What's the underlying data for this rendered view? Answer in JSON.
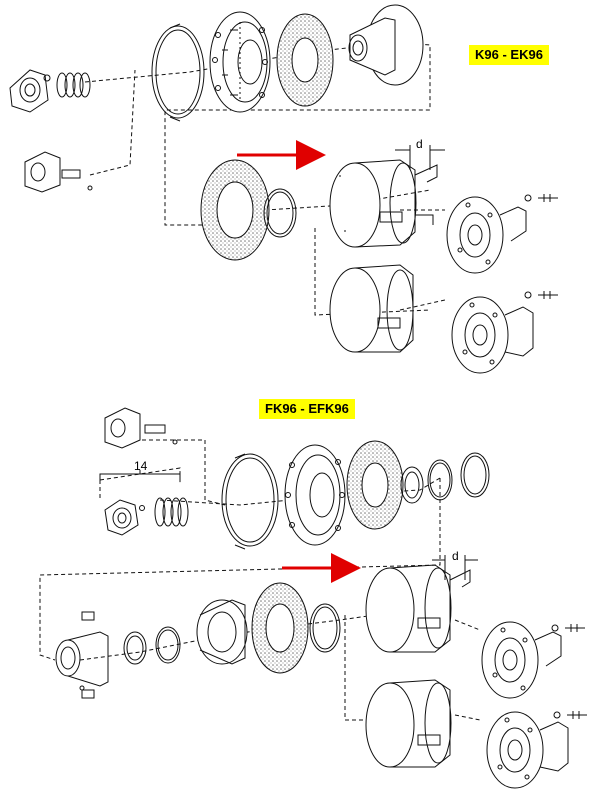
{
  "labels": {
    "top_model": "K96 - EK96",
    "bottom_model": "FK96 - EFK96",
    "dim_top": "d",
    "dim_bottom": "d",
    "callout_qty": "14"
  },
  "colors": {
    "highlight": "#ffff00",
    "arrow": "#e00000",
    "line": "#111111",
    "friction_fill": "#d9d9d9"
  }
}
